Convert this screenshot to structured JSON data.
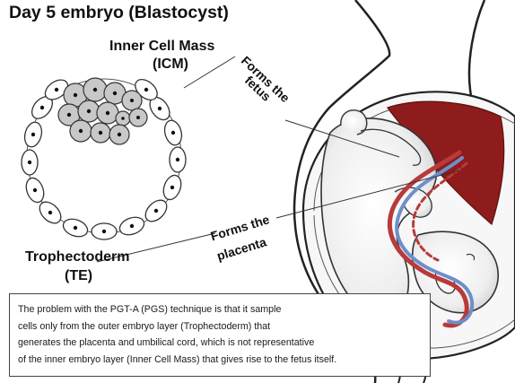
{
  "title": "Day 5 embryo (Blastocyst)",
  "labels": {
    "icm_name": "Inner Cell Mass",
    "icm_abbr": "(ICM)",
    "te_name": "Trophectoderm",
    "te_abbr": "(TE)",
    "forms_fetus_line1": "Forms the",
    "forms_fetus_line2": "fetus",
    "forms_placenta_line1": "Forms the",
    "forms_placenta_line2": "placenta"
  },
  "note": {
    "line1": "The problem with the PGT-A (PGS) technique is that it sample",
    "line2": "cells only from the outer embryo layer (Trophectoderm) that",
    "line3": "generates the placenta and umbilical cord, which is not representative",
    "line4": "of the inner embryo layer (Inner Cell Mass) that gives rise to the fetus itself."
  },
  "colors": {
    "icm_cell_fill": "#c8c8c8",
    "placenta": "#8e1c1c",
    "artery": "#b83a3a",
    "vein": "#6d8fc9",
    "outline": "#222222"
  }
}
